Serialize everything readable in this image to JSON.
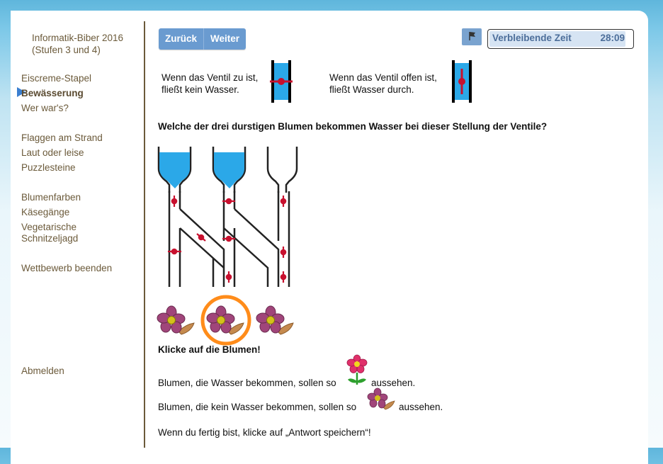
{
  "sidebar": {
    "title_line1": "Informatik-Biber 2016",
    "title_line2": "(Stufen 3 und 4)",
    "items": [
      {
        "label": "Eiscreme-Stapel"
      },
      {
        "label": "Bewässerung",
        "active": true
      },
      {
        "label": "Wer war's?"
      },
      {
        "label": "Flaggen am Strand"
      },
      {
        "label": "Laut oder leise"
      },
      {
        "label": "Puzzlesteine"
      },
      {
        "label": "Blumenfarben"
      },
      {
        "label": "Käsegänge"
      },
      {
        "label": "Vegetarische"
      },
      {
        "label": "Schnitzeljagd"
      },
      {
        "label": "Wettbewerb beenden"
      }
    ],
    "logout": "Abmelden"
  },
  "toolbar": {
    "back_label": "Zurück",
    "next_label": "Weiter",
    "flag_icon": "flag-icon",
    "timer_label": "Verbleibende Zeit",
    "timer_value": "28:09"
  },
  "task": {
    "legend_closed_line1": "Wenn das Ventil zu ist,",
    "legend_closed_line2": "fließt kein Wasser.",
    "legend_open_line1": "Wenn das Ventil offen ist,",
    "legend_open_line2": "fließt Wasser durch.",
    "question": "Welche der drei durstigen Blumen bekommen Wasser bei dieser Stellung der Ventile?",
    "instruction": "Klicke auf die Blumen!",
    "watered_text_before": "Blumen, die Wasser bekommen, sollen so",
    "watered_text_after": "aussehen.",
    "dry_text_before": "Blumen, die kein Wasser bekommen, sollen so",
    "dry_text_after": "aussehen.",
    "finish_text": "Wenn du fertig bist, klicke auf „Antwort speichern“!"
  },
  "colors": {
    "accent_button": "#6a9bd0",
    "water": "#2ba8e8",
    "valve": "#c8102e",
    "selection_ring": "#ff8c1a",
    "dry_flower": "#a0457a",
    "watered_flower": "#e0306a"
  }
}
